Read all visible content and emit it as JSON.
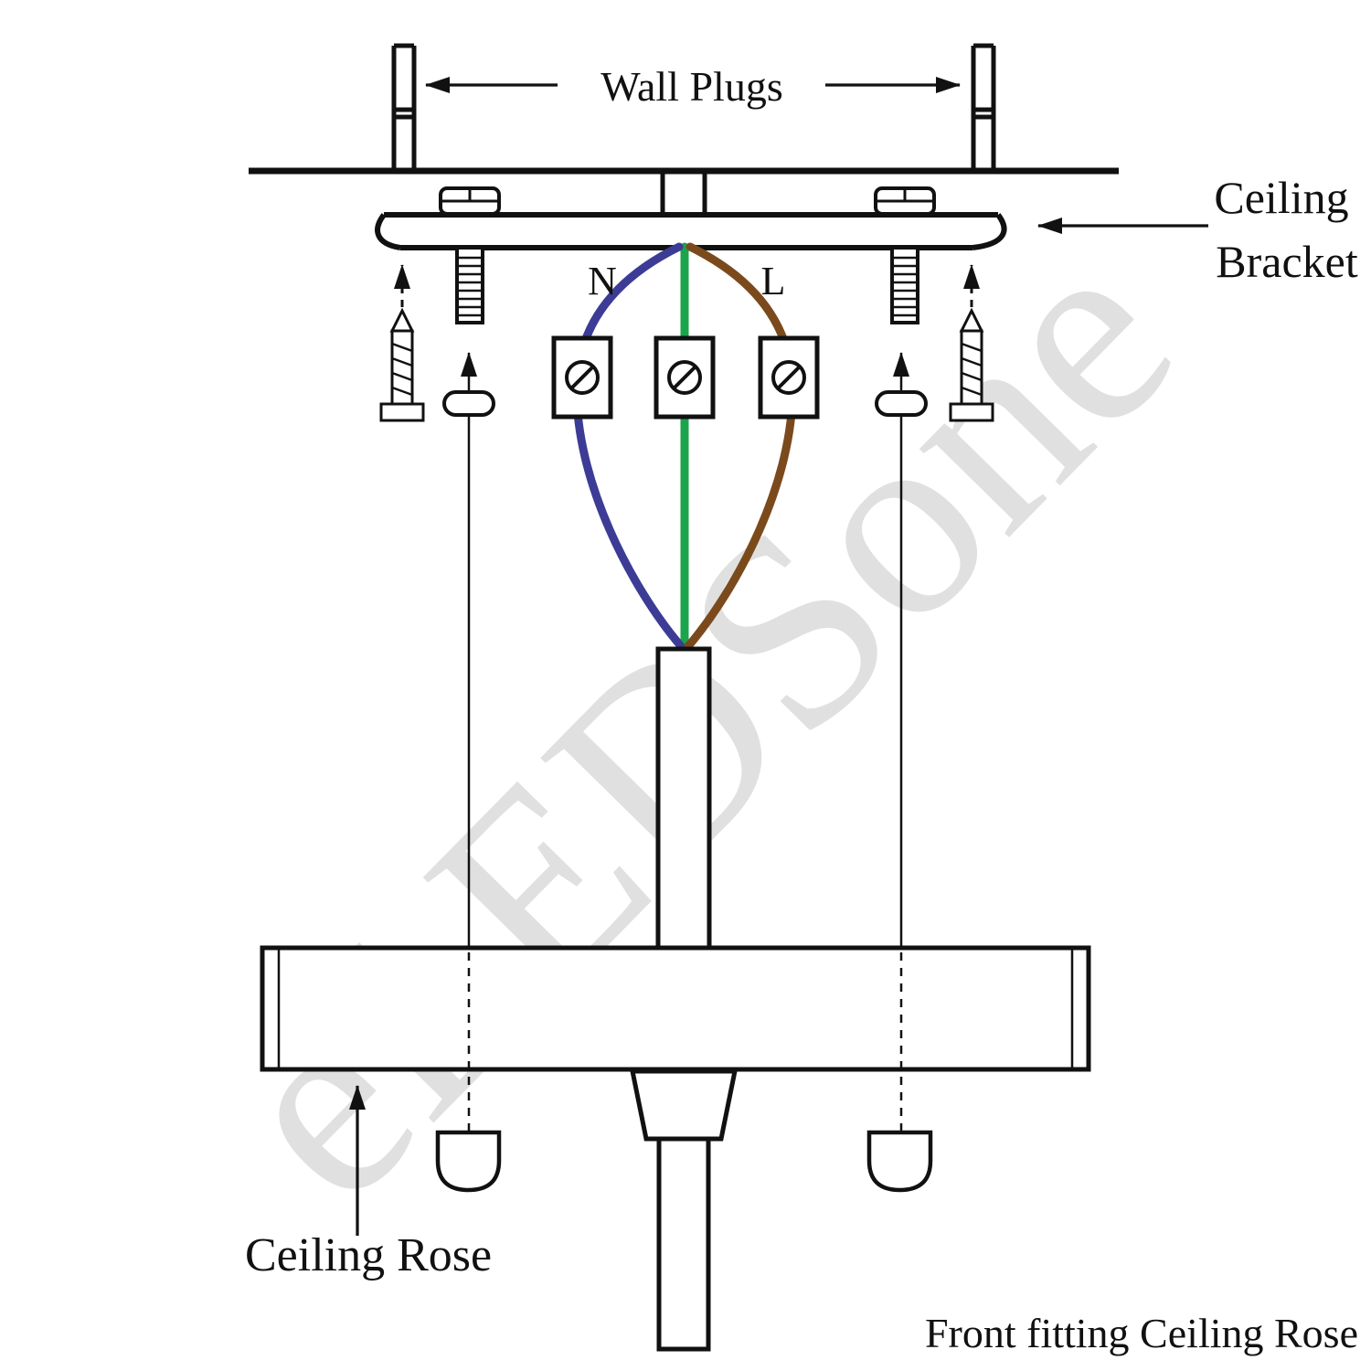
{
  "watermark": "eLEDSone",
  "labels": {
    "wall_plugs": "Wall Plugs",
    "ceiling_bracket_line1": "Ceiling",
    "ceiling_bracket_line2": "Bracket",
    "wire_neutral": "N",
    "wire_live": "L",
    "ceiling_rose": "Ceiling Rose",
    "caption": "Front fitting Ceiling Rose"
  },
  "colors": {
    "line": "#111111",
    "wire_neutral": "#3c3c96",
    "wire_earth": "#1ca44c",
    "wire_live": "#7b4a1c",
    "watermark": "#e0e0e0"
  }
}
